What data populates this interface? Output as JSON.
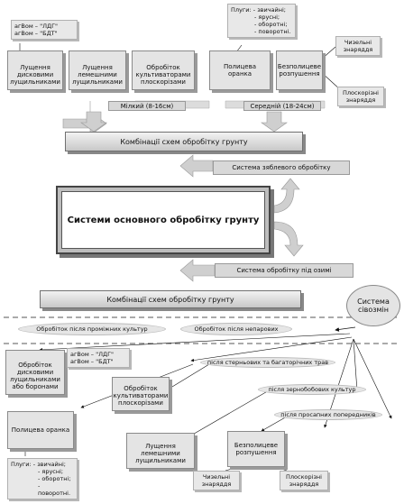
{
  "top_notes": {
    "agg_1": "агВом – \"ЛДГ\"",
    "agg_2": "агВом – \"БДТ\"",
    "plough_title": "Плуги: - звичайні;",
    "plough_items": [
      "- ярусні;",
      "- оборотні;",
      "- поворотні."
    ]
  },
  "top_boxes": {
    "disc": "Лущення дисковими лущильниками",
    "ploughshare": "Лущення лемешними лущильниками",
    "cultivator": "Обробіток культиваторами плоскорізами",
    "mouldboard": "Полицева оранка",
    "mouldless": "Безполицеве розпушення",
    "chisel": "Чизельні знаряддя",
    "flatcut": "Плоскорізні знаряддя"
  },
  "depth": {
    "shallow": "Мілкий (8-16см)",
    "medium": "Середній (18-24см)"
  },
  "combo_top": "Комбінації схем обробітку грунту",
  "spring_system": "Система зяблевого обробітку",
  "main_title": "Системи основного обробітку грунту",
  "winter_system": "Система обробітку під озимі",
  "combo_bottom": "Комбінації схем обробітку грунту",
  "crop_rotation": "Система сівозмін",
  "after_labels": {
    "intermediate": "Обробіток після проміжних культур",
    "fallow": "Обробіток після непарових",
    "stubble": "після стерньових та багаторічних трав",
    "grain": "після зернобобових культур",
    "row": "після просапних попередників"
  },
  "bottom_notes": {
    "agg_1": "агВом – \"ЛДГ\"",
    "agg_2": "агВом – \"БДТ\"",
    "plough_title": "Плуги: - звичайні;",
    "plough_items": [
      "- ярусні;",
      "- оборотні;",
      "- поворотні."
    ]
  },
  "bottom_boxes": {
    "disc": "Обробіток дисковими лущильниками або боронами",
    "cultivator": "Обробіток культиваторами плоскорізами",
    "mouldboard": "Полицева оранка",
    "ploughshare": "Лущення лемешними лущильниками",
    "mouldless": "Безполицеве розпушення",
    "chisel": "Чизельні знаряддя",
    "flatcut": "Плоскорізні знаряддя"
  }
}
